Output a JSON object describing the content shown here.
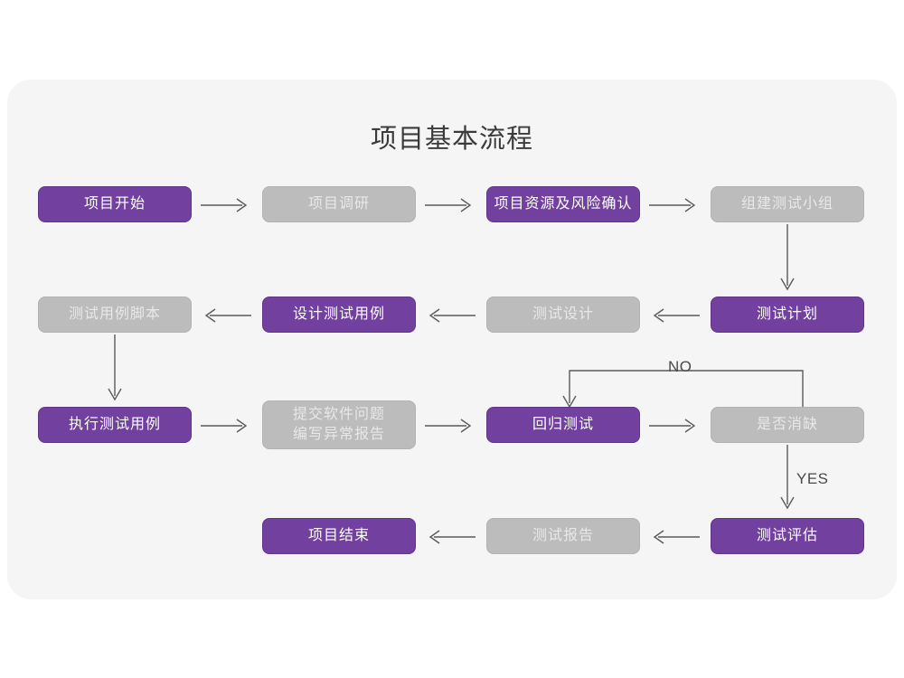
{
  "title": "项目基本流程",
  "colors": {
    "page_background": "#ffffff",
    "panel_background": "#f5f5f5",
    "purple_fill": "#72419f",
    "purple_border": "#5f3589",
    "gray_fill": "#bcbcbc",
    "gray_border": "#b2b2b2",
    "purple_text": "#ffffff",
    "gray_text": "#e8e8e8",
    "connector": "#5a5a5a",
    "title_text": "#3b3b3b"
  },
  "chart_data": {
    "type": "diagram",
    "title": "项目基本流程",
    "nodes": [
      {
        "id": "n1",
        "label": "项目开始",
        "style": "purple",
        "row": 1,
        "col": 1
      },
      {
        "id": "n2",
        "label": "项目调研",
        "style": "gray",
        "row": 1,
        "col": 2
      },
      {
        "id": "n3",
        "label": "项目资源及风险确认",
        "style": "purple",
        "row": 1,
        "col": 3
      },
      {
        "id": "n4",
        "label": "组建测试小组",
        "style": "gray",
        "row": 1,
        "col": 4
      },
      {
        "id": "n5",
        "label": "测试用例脚本",
        "style": "gray",
        "row": 2,
        "col": 1
      },
      {
        "id": "n6",
        "label": "设计测试用例",
        "style": "purple",
        "row": 2,
        "col": 2
      },
      {
        "id": "n7",
        "label": "测试设计",
        "style": "gray",
        "row": 2,
        "col": 3
      },
      {
        "id": "n8",
        "label": "测试计划",
        "style": "purple",
        "row": 2,
        "col": 4
      },
      {
        "id": "n9",
        "label": "执行测试用例",
        "style": "purple",
        "row": 3,
        "col": 1
      },
      {
        "id": "n10",
        "label": "提交软件问题\n编写异常报告",
        "style": "gray",
        "row": 3,
        "col": 2
      },
      {
        "id": "n11",
        "label": "回归测试",
        "style": "purple",
        "row": 3,
        "col": 3
      },
      {
        "id": "n12",
        "label": "是否消缺",
        "style": "gray",
        "row": 3,
        "col": 4
      },
      {
        "id": "n13",
        "label": "项目结束",
        "style": "purple",
        "row": 4,
        "col": 2
      },
      {
        "id": "n14",
        "label": "测试报告",
        "style": "gray",
        "row": 4,
        "col": 3
      },
      {
        "id": "n15",
        "label": "测试评估",
        "style": "purple",
        "row": 4,
        "col": 4
      }
    ],
    "edges": [
      {
        "from": "n1",
        "to": "n2",
        "direction": "right",
        "label": ""
      },
      {
        "from": "n2",
        "to": "n3",
        "direction": "right",
        "label": ""
      },
      {
        "from": "n3",
        "to": "n4",
        "direction": "right",
        "label": ""
      },
      {
        "from": "n4",
        "to": "n8",
        "direction": "down",
        "label": ""
      },
      {
        "from": "n8",
        "to": "n7",
        "direction": "left",
        "label": ""
      },
      {
        "from": "n7",
        "to": "n6",
        "direction": "left",
        "label": ""
      },
      {
        "from": "n6",
        "to": "n5",
        "direction": "left",
        "label": ""
      },
      {
        "from": "n5",
        "to": "n9",
        "direction": "down",
        "label": ""
      },
      {
        "from": "n9",
        "to": "n10",
        "direction": "right",
        "label": ""
      },
      {
        "from": "n10",
        "to": "n11",
        "direction": "right",
        "label": ""
      },
      {
        "from": "n11",
        "to": "n12",
        "direction": "right",
        "label": ""
      },
      {
        "from": "n12",
        "to": "n11",
        "direction": "loop-up-left",
        "label": "NO"
      },
      {
        "from": "n12",
        "to": "n15",
        "direction": "down",
        "label": "YES"
      },
      {
        "from": "n15",
        "to": "n14",
        "direction": "left",
        "label": ""
      },
      {
        "from": "n14",
        "to": "n13",
        "direction": "left",
        "label": ""
      }
    ],
    "branch_labels": [
      "NO",
      "YES"
    ]
  }
}
